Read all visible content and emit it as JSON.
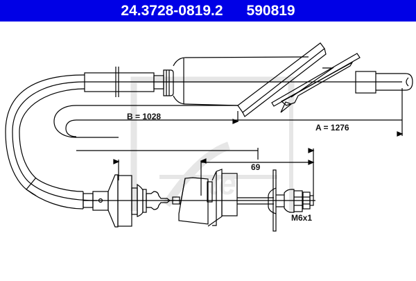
{
  "header": {
    "part_number": "24.3728-0819.2",
    "reference_number": "590819",
    "background_color": "#0000e6",
    "text_color": "#ffffff"
  },
  "drawing": {
    "subject": "clutch-cable",
    "watermark": "Ate",
    "dimensions": {
      "B": "B = 1028",
      "A": "A = 1276",
      "stroke": "69",
      "thread": "M6x1"
    },
    "line_color": "#000000",
    "watermark_color": "#e6e6e6"
  }
}
